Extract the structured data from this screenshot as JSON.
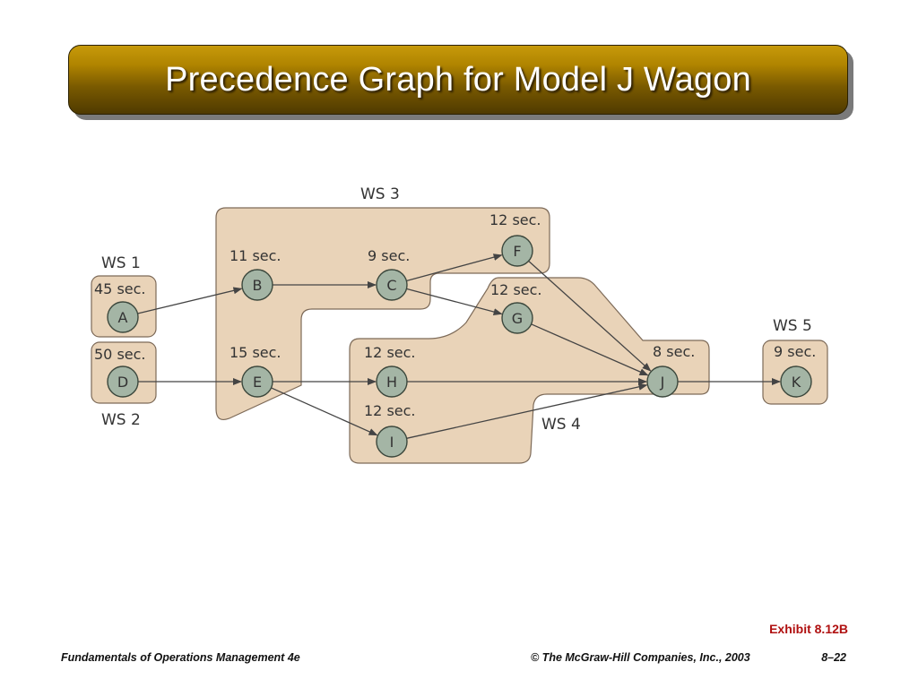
{
  "title": "Precedence Graph for Model J Wagon",
  "workstations": [
    {
      "label": "WS 1"
    },
    {
      "label": "WS 2"
    },
    {
      "label": "WS 3"
    },
    {
      "label": "WS 4"
    },
    {
      "label": "WS 5"
    }
  ],
  "nodes": [
    {
      "id": "A",
      "time": "45 sec."
    },
    {
      "id": "B",
      "time": "11 sec."
    },
    {
      "id": "C",
      "time": "9 sec."
    },
    {
      "id": "D",
      "time": "50 sec."
    },
    {
      "id": "E",
      "time": "15 sec."
    },
    {
      "id": "F",
      "time": "12 sec."
    },
    {
      "id": "G",
      "time": "12 sec."
    },
    {
      "id": "H",
      "time": "12 sec."
    },
    {
      "id": "I",
      "time": "12 sec."
    },
    {
      "id": "J",
      "time": "8 sec."
    },
    {
      "id": "K",
      "time": "9 sec."
    }
  ],
  "edges": [
    [
      "A",
      "B"
    ],
    [
      "B",
      "C"
    ],
    [
      "C",
      "F"
    ],
    [
      "C",
      "G"
    ],
    [
      "D",
      "E"
    ],
    [
      "E",
      "H"
    ],
    [
      "E",
      "I"
    ],
    [
      "F",
      "J"
    ],
    [
      "G",
      "J"
    ],
    [
      "H",
      "J"
    ],
    [
      "I",
      "J"
    ],
    [
      "J",
      "K"
    ]
  ],
  "colors": {
    "region_fill": "#e9d3b8",
    "region_stroke": "#7d6a58",
    "node_fill": "#a4b5a5",
    "node_stroke": "#3b473c",
    "arrow": "#444444",
    "title_bar": "#a07800",
    "exhibit_text": "#b01010"
  },
  "exhibit": "Exhibit 8.12B",
  "footer": {
    "left": "Fundamentals of Operations Management 4e",
    "center": "© The McGraw-Hill Companies, Inc., 2003",
    "right": "8–22"
  }
}
